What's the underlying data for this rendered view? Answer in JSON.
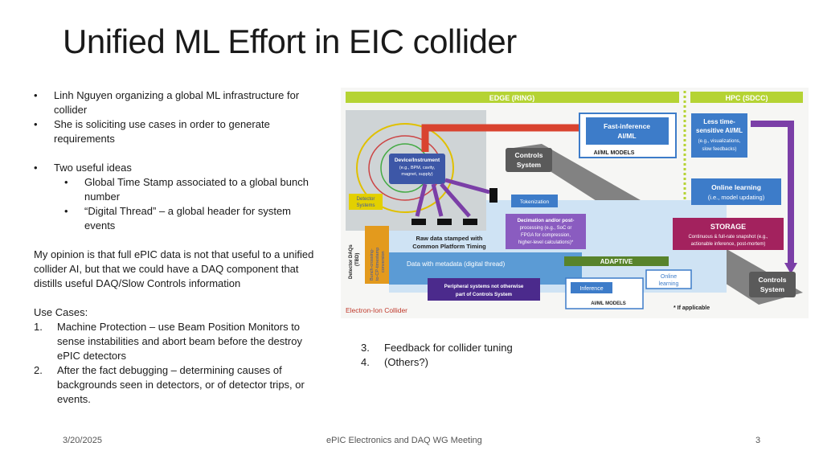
{
  "slide": {
    "title": "Unified ML Effort in EIC collider",
    "bullets": [
      "Linh Nguyen organizing a global ML infrastructure for collider",
      "She is soliciting use cases in order to generate requirements"
    ],
    "ideas_heading": "Two useful ideas",
    "ideas": [
      "Global Time Stamp associated to a global bunch number",
      "“Digital Thread” – a global header for system events"
    ],
    "opinion": "My opinion is that full ePIC data is not that useful to a unified collider AI, but that we could have a DAQ component that distills useful DAQ/Slow Controls information",
    "use_cases_heading": "Use Cases:",
    "use_cases": [
      {
        "n": "1.",
        "text": "Machine Protection – use Beam Position Monitors to sense instabilities and abort beam before the destroy ePIC detectors"
      },
      {
        "n": "2.",
        "text": "After the fact debugging – determining causes of backgrounds seen in detectors, or of detector trips, or events."
      },
      {
        "n": "3.",
        "text": "Feedback for collider tuning"
      },
      {
        "n": "4.",
        "text": "(Others?)"
      }
    ]
  },
  "footer": {
    "date": "3/20/2025",
    "center": "ePIC Electronics and DAQ WG Meeting",
    "page": "3"
  },
  "diagram": {
    "edge": "EDGE (RING)",
    "hpc": "HPC (SDCC)",
    "fast_inference_1": "Fast-inference",
    "fast_inference_2": "AI/ML",
    "ai_ml_models": "AI/ML MODELS",
    "less_time_1": "Less time-",
    "less_time_2": "sensitive AI/ML",
    "less_time_3": "(e.g., visualizations,",
    "less_time_4": "slow feedbacks)",
    "controls_system_1": "Controls",
    "controls_system_2": "System",
    "device_1": "Device/Instrument",
    "device_2": "(e.g., BPM, cavity,",
    "device_3": "magnet, supply)",
    "detector_1": "Detector",
    "detector_2": "Systems",
    "tokenization": "Tokenization",
    "online_learning_1": "Online learning",
    "online_learning_2": "(i.e., model updating)",
    "storage_1": "STORAGE",
    "storage_2": "Continuous & full-rate snapshot (e.g.,",
    "storage_3": "actionable inference, post-mortem)",
    "decimation_1": "Decimation and/or post-",
    "decimation_2": "processing (e.g., SoC or",
    "decimation_3": "FPGA for compression,",
    "decimation_4": "higher-level calculations)*",
    "raw_1": "Raw data stamped with",
    "raw_2": "Common Platform Timing",
    "detector_daqs_1": "Detector DAQs",
    "detector_daqs_2": "(TBD)",
    "bunch_1": "Bunch-crossing-",
    "bunch_2": "to-CP-timestamp",
    "bunch_3": "conversion",
    "adaptive": "ADAPTIVE",
    "metadata": "Data with metadata (digital thread)",
    "online_small_1": "Online",
    "online_small_2": "learning",
    "peripheral_1": "Peripheral systems not otherwise",
    "peripheral_2": "part of Controls System",
    "inference": "Inference",
    "ai_ml_models_small": "AI/ML MODELS",
    "controls_bottom_1": "Controls",
    "controls_bottom_2": "System",
    "if_applicable": "* If applicable",
    "eic": "Electron-Ion Collider",
    "colors": {
      "green": "#b5d334",
      "blue": "#3d7cc9",
      "purple": "#7b3fa7",
      "red": "#d9432f",
      "magenta": "#a3225e",
      "gray": "#5a5a5a",
      "orange": "#e39a1d"
    }
  }
}
